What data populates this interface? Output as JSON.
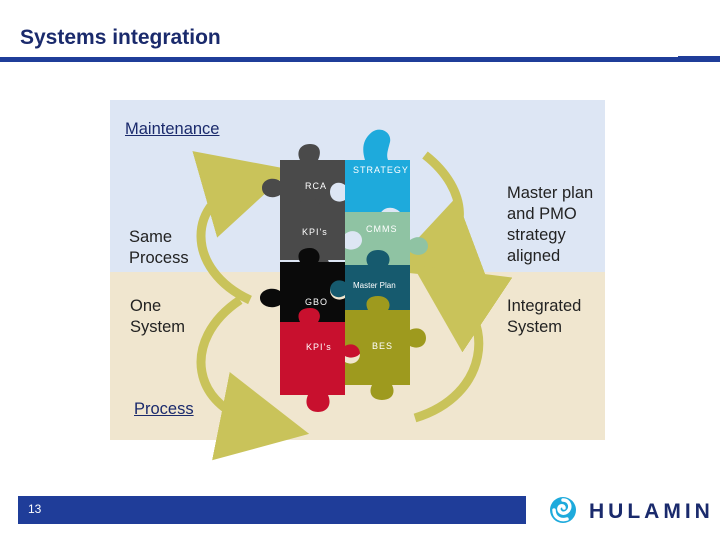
{
  "title": "Systems integration",
  "labels": {
    "maintenance": "Maintenance",
    "process": "Process",
    "same_process": "Same\nProcess",
    "one_system": "One\nSystem",
    "master_plan_aligned": "Master plan\nand PMO\nstrategy\naligned",
    "integrated_system": "Integrated\nSystem"
  },
  "puzzle": {
    "strategy": "STRATEGY",
    "rca": "RCA",
    "kpis_top": "KPI's",
    "cmms": "CMMS",
    "master_plan": "Master Plan",
    "gbo": "GBO",
    "kpis_bottom": "KPI's",
    "bes": "BES"
  },
  "colors": {
    "strategy": "#1eaadc",
    "rca": "#4a4a4a",
    "kpis_top": "#4a4a4a",
    "cmms": "#8fc3a3",
    "master_plan": "#165a6e",
    "gbo": "#0a0a0a",
    "kpis_bottom": "#c8102e",
    "bes": "#9e9a1e",
    "arrow": "#c9c35a",
    "accent": "#1f3d99"
  },
  "footer": {
    "page_number": "13",
    "logo_text": "HULAMIN"
  }
}
